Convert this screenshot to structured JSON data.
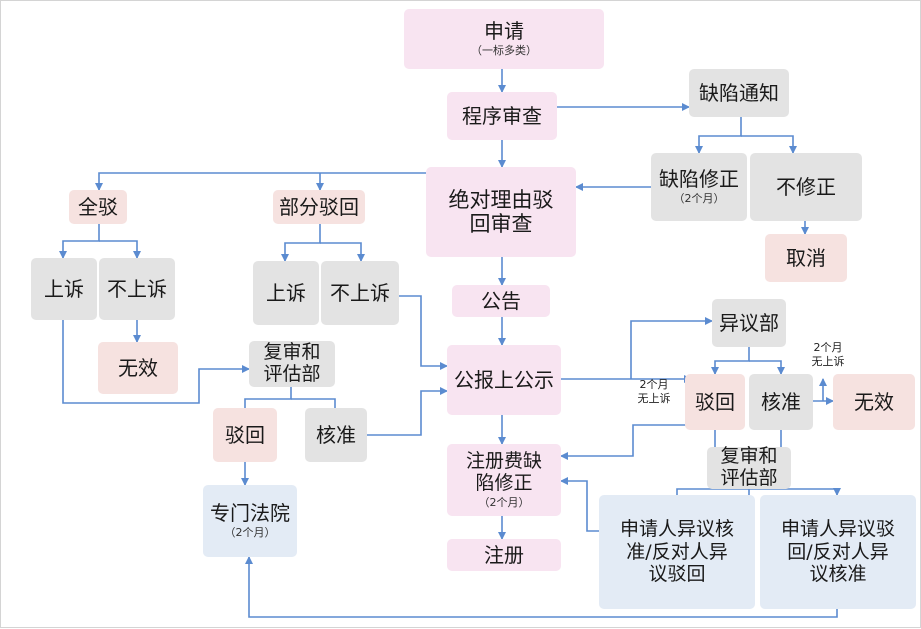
{
  "colors": {
    "arrow": "#5b8bd0",
    "pink": "#f8e4f1",
    "rose": "#f6e2e0",
    "gray": "#e3e3e3",
    "blue": "#e3ebf5"
  },
  "nodes": {
    "apply": "申请",
    "apply_note": "（一标多类）",
    "formal_exam": "程序审查",
    "defect_notice": "缺陷通知",
    "defect_fix": "缺陷修正",
    "defect_fix_note": "（2个月）",
    "no_fix": "不修正",
    "cancel": "取消",
    "absolute_review": "绝对理由驳回审查",
    "full_reject": "全驳",
    "partial_reject": "部分驳回",
    "appeal_left": "上诉",
    "no_appeal_left": "不上诉",
    "invalid_left": "无效",
    "appeal_mid": "上诉",
    "no_appeal_mid": "不上诉",
    "review_left": "复审和评估部",
    "reject_left": "驳回",
    "approve_left": "核准",
    "court": "专门法院",
    "court_note": "（2个月）",
    "announce": "公告",
    "gazette": "公报上公示",
    "fee_fix": "注册费缺陷修正",
    "fee_fix_note": "（2个月）",
    "register": "注册",
    "opposition": "异议部",
    "opp_reject": "驳回",
    "opp_approve": "核准",
    "invalid_right": "无效",
    "review_right": "复审和评估部",
    "outcome_a": "申请人异议核准/反对人异议驳回",
    "outcome_b": "申请人异议驳回/反对人异议核准"
  },
  "labels": {
    "no_appeal_2m_a": "2个月\n无上诉",
    "no_appeal_2m_b": "2个月\n无上诉"
  }
}
